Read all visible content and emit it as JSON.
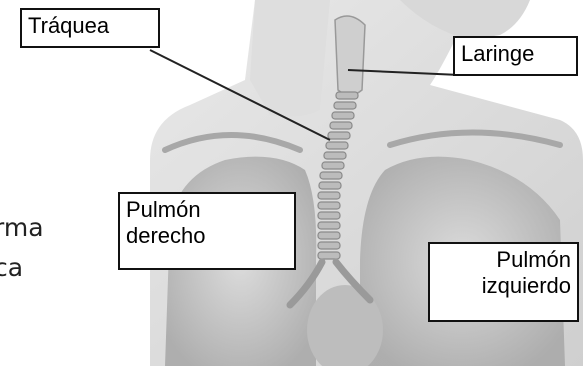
{
  "side_text": [
    "rma",
    "ca"
  ],
  "labels": {
    "trachea": "Tráquea",
    "larynx": "Laringe",
    "right_lung": [
      "Pulmón",
      "derecho"
    ],
    "left_lung": [
      "Pulmón",
      "izquierdo"
    ]
  }
}
